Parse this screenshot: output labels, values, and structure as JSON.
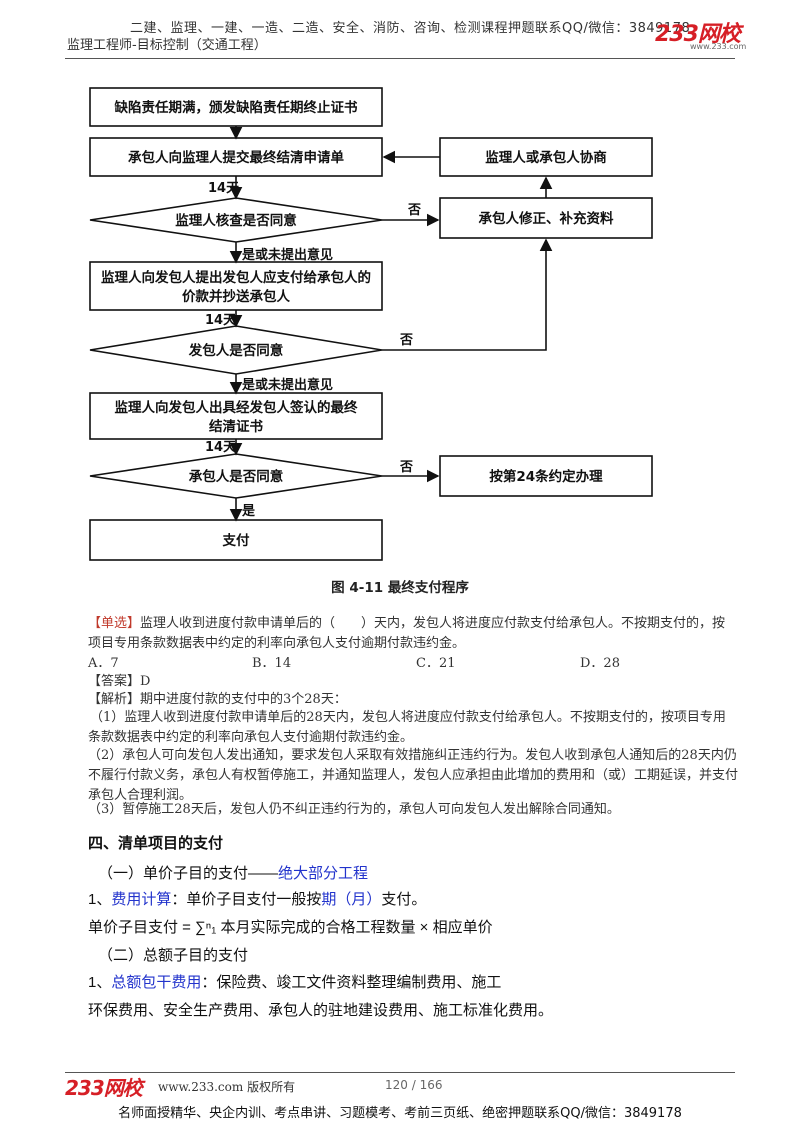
{
  "header": {
    "courses": "二建、监理、一建、一造、二造、安全、消防、咨询、检测课程押题联系QQ/微信：3849178",
    "subject": "监理工程师-目标控制（交通工程）",
    "logo": "233网校",
    "logo_sub": "www.233.com"
  },
  "flowchart": {
    "box1": "缺陷责任期满，颁发缺陷责任期终止证书",
    "box2": "承包人向监理人提交最终结清申请单",
    "box_right1": "监理人或承包人协商",
    "days1": "14天",
    "diamond1": "监理人核查是否同意",
    "no1": "否",
    "box_right2": "承包人修正、补充资料",
    "yes1": "是或未提出意见",
    "box3_line1": "监理人向发包人提出发包人应支付给承包人的",
    "box3_line2": "价款并抄送承包人",
    "days2": "14天",
    "diamond2": "发包人是否同意",
    "no2": "否",
    "yes2": "是或未提出意见",
    "box4_line1": "监理人向发包人出具经发包人签认的最终",
    "box4_line2": "结清证书",
    "days3": "14天",
    "diamond3": "承包人是否同意",
    "no3": "否",
    "box_right3": "按第24条约定办理",
    "yes3": "是",
    "box5": "支付"
  },
  "figure_caption": "图 4-11    最终支付程序",
  "question": {
    "tag": "【单选】",
    "stem": "监理人收到进度付款申请单后的（　　）天内，发包人将进度应付款支付给承包人。不按期支付的，按项目专用条款数据表中约定的利率向承包人支付逾期付款违约金。",
    "options": [
      "A．7",
      "B．14",
      "C．21",
      "D．28"
    ],
    "answer": "【答案】D",
    "analysis_title": "【解析】期中进度付款的支付中的3个28天：",
    "analysis_1": "（1）监理人收到进度付款申请单后的28天内，发包人将进度应付款支付给承包人。不按期支付的，按项目专用条款数据表中约定的利率向承包人支付逾期付款违约金。",
    "analysis_2": "（2）承包人可向发包人发出通知，要求发包人采取有效措施纠正违约行为。发包人收到承包人通知后的28天内仍不履行付款义务，承包人有权暂停施工，并通知监理人，发包人应承担由此增加的费用和（或）工期延误，并支付承包人合理利润。",
    "analysis_3": "（3）暂停施工28天后，发包人仍不纠正违约行为的，承包人可向发包人发出解除合同通知。"
  },
  "section": {
    "title": "四、清单项目的支付",
    "sub1_prefix": "（一）单价子目的支付——",
    "sub1_highlight": "绝大部分工程",
    "line1_prefix": "1、",
    "line1_hl1": "费用计算",
    "line1_mid": "：单价子目支付一般按",
    "line1_hl2": "期（月）",
    "line1_end": "支付。",
    "formula": "单价子目支付 = ∑ⁿ₁ 本月实际完成的合格工程数量 × 相应单价",
    "sub2": "（二）总额子目的支付",
    "line3_prefix": "1、",
    "line3_hl": "总额包干费用",
    "line3_rest": "：保险费、竣工文件资料整理编制费用、施工",
    "line4": "环保费用、安全生产费用、承包人的驻地建设费用、施工标准化费用。"
  },
  "footer": {
    "logo": "233网校",
    "site": "www.233.com 版权所有",
    "page": "120 / 166",
    "ads": "名师面授精华、央企内训、考点串讲、习题模考、考前三页纸、绝密押题联系QQ/微信：3849178"
  }
}
